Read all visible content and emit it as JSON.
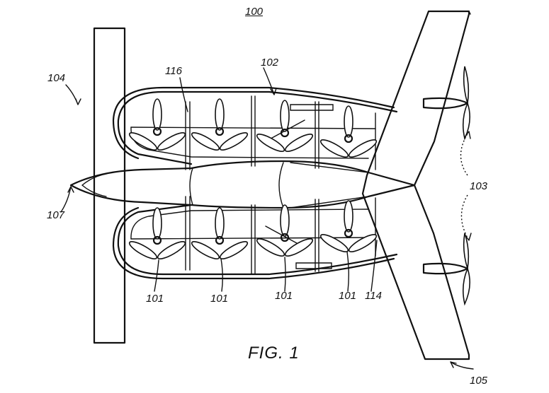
{
  "figure": {
    "title_ref": "100",
    "caption": "FIG. 1",
    "colors": {
      "ink": "#111111",
      "background": "#ffffff"
    },
    "labels": {
      "body_top": "102",
      "tail_rotors": "103",
      "front_wing": "104",
      "rear_wing": "105",
      "nose": "107",
      "boom_strut": "116",
      "tail_strut": "114",
      "rotor_1": "101",
      "rotor_2": "101",
      "rotor_3": "101",
      "rotor_4": "101"
    }
  }
}
